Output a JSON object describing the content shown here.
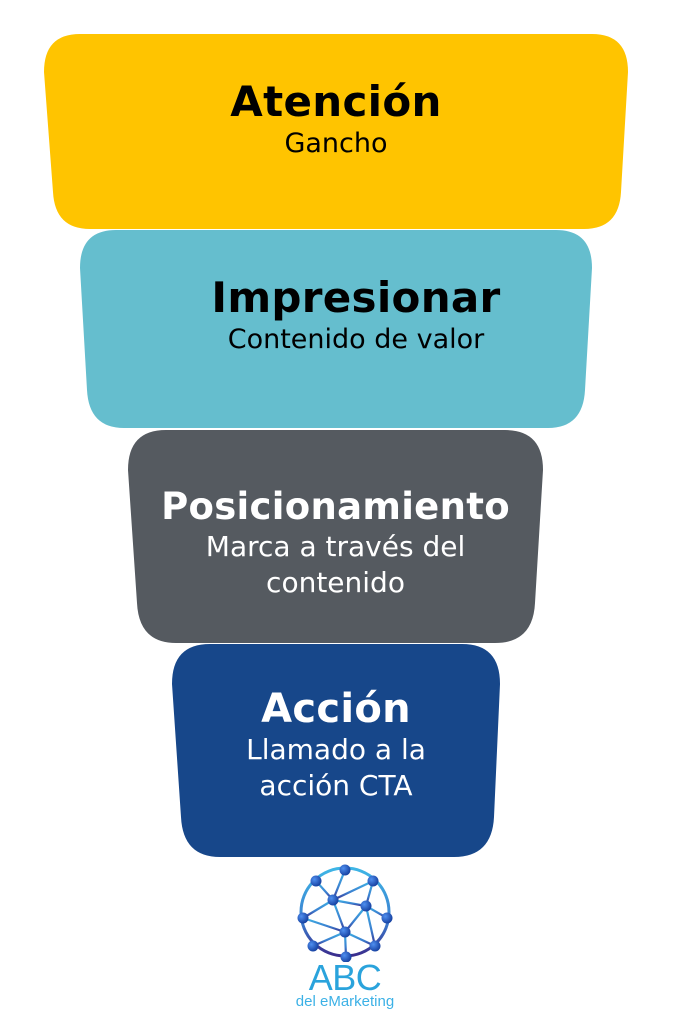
{
  "funnel": {
    "layers": [
      {
        "title": "Atención",
        "subtitle": "Gancho",
        "color": "#FFC400",
        "text_color": "#000000"
      },
      {
        "title": "Impresionar",
        "subtitle": "Contenido de valor",
        "color": "#65BECE",
        "text_color": "#000000"
      },
      {
        "title": "Posicionamiento",
        "subtitle_line1": "Marca a través del",
        "subtitle_line2": "contenido",
        "color": "#555A60",
        "text_color": "#FFFFFF"
      },
      {
        "title": "Acción",
        "subtitle_line1": "Llamado a la",
        "subtitle_line2": "acción CTA",
        "color": "#17478A",
        "text_color": "#FFFFFF"
      }
    ]
  },
  "logo": {
    "icon": "network-globe-icon",
    "brand": "ABC",
    "tagline": "del eMarketing",
    "colors": {
      "node": "#1F5FC8",
      "line_top": "#3EB6E6",
      "line_bottom": "#3A2C8C",
      "text": "#2AA3DC"
    }
  }
}
